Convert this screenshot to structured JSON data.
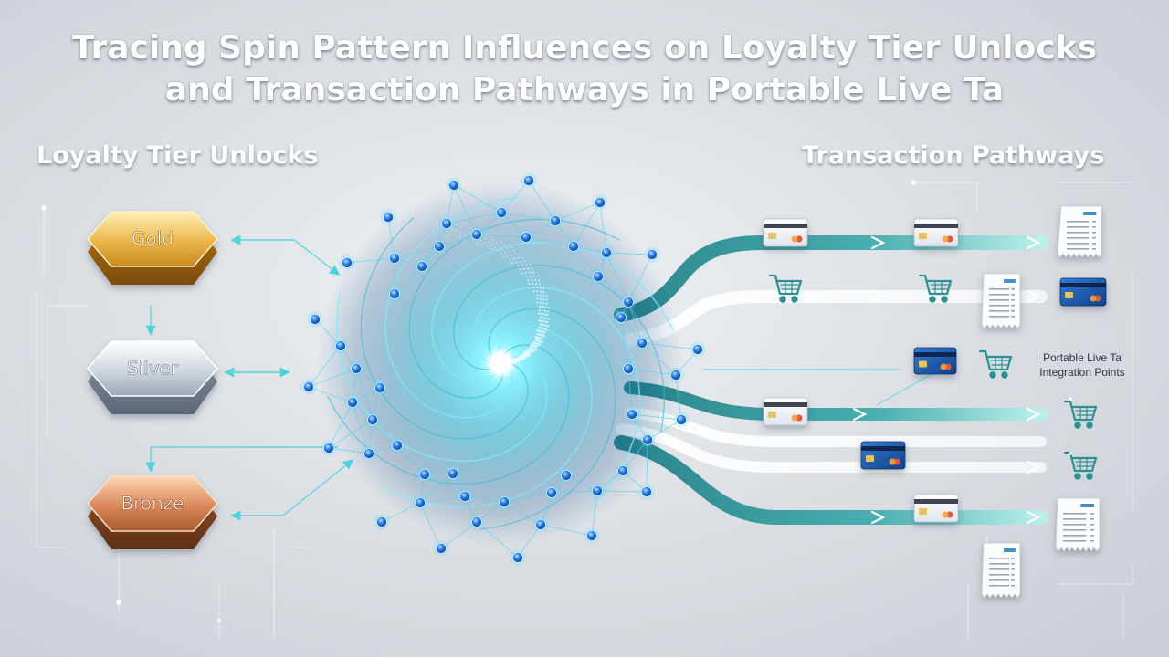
{
  "title": {
    "line1": "Tracing Spin Pattern Influences on Loyalty Tier Unlocks",
    "line2": "and Transaction Pathways in Portable Live Ta"
  },
  "left_section": {
    "heading": "Loyalty Tier Unlocks",
    "tiers": [
      {
        "label": "Gold",
        "color": "#d8a23a"
      },
      {
        "label": "Silver",
        "color": "#a9b4c4"
      },
      {
        "label": "Bronze",
        "color": "#c97a4a"
      }
    ]
  },
  "right_section": {
    "heading": "Transaction Pathways",
    "note_line1": "Portable Live Ta",
    "note_line2": "Integration Points",
    "pathway_colors": {
      "teal": "#2c8f93",
      "white": "#f7f9fb"
    },
    "icons": [
      "card-icon",
      "cart-icon",
      "receipt-icon"
    ]
  },
  "colors": {
    "accent": "#2fd3e6",
    "node": "#1566d8"
  }
}
